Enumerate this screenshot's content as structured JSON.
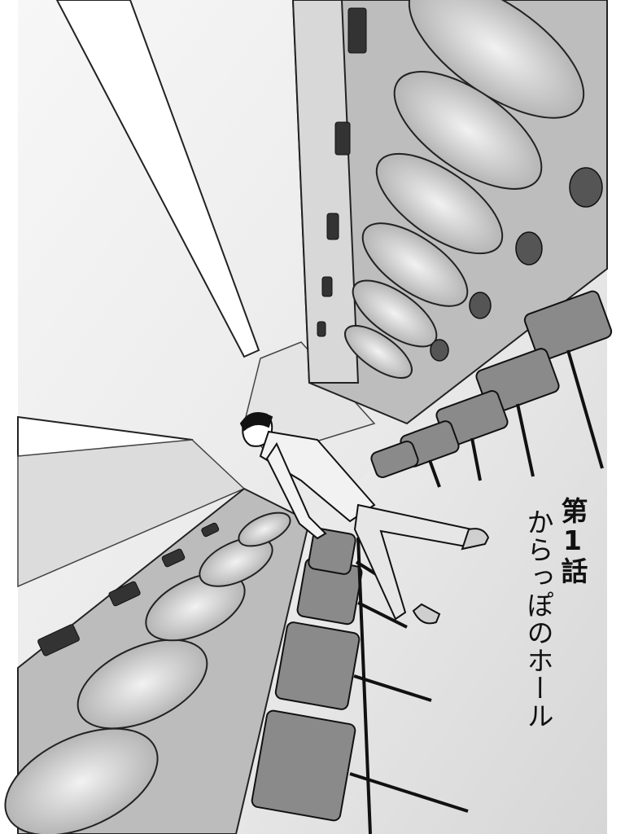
{
  "chapter": {
    "number_label": "第1話",
    "title": "からっぽのホール"
  },
  "colors": {
    "background": "#ffffff",
    "ink": "#111111",
    "floor": "#e2e2e2",
    "wall": "#d0d0d0",
    "machine_glass": "#c8c8c8",
    "stool": "#8a8a8a"
  },
  "icons": {
    "person": "person-walking-figure",
    "machines": "pachinko-machine-row",
    "stools": "pachinko-stool"
  }
}
